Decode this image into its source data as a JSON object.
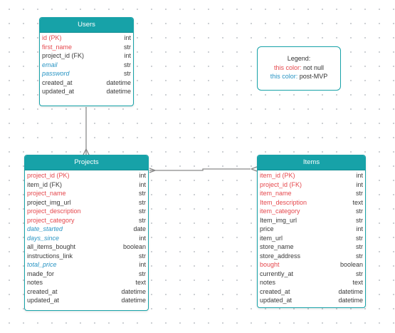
{
  "colors": {
    "header": "#17a2a8",
    "not_null": "#e5484d",
    "post_mvp": "#2a95c4",
    "connector": "#8a8a8a"
  },
  "legend": {
    "title": "Legend:",
    "line1_colored": "this color:",
    "line1_rest": " not null",
    "line2_colored": "this color:",
    "line2_rest": " post-MVP"
  },
  "tables": {
    "users": {
      "title": "Users",
      "fields": [
        {
          "name": "id (PK)",
          "type": "int",
          "style": "notnull"
        },
        {
          "name": "first_name",
          "type": "str",
          "style": "notnull"
        },
        {
          "name": "project_id (FK)",
          "type": "int",
          "style": ""
        },
        {
          "name": "email",
          "type": "str",
          "style": "postmvp"
        },
        {
          "name": "password",
          "type": "str",
          "style": "postmvp"
        },
        {
          "name": "created_at",
          "type": "datetime",
          "style": ""
        },
        {
          "name": "updated_at",
          "type": "datetime",
          "style": ""
        }
      ]
    },
    "projects": {
      "title": "Projects",
      "fields": [
        {
          "name": "project_id (PK)",
          "type": "int",
          "style": "notnull"
        },
        {
          "name": "item_id (FK)",
          "type": "int",
          "style": ""
        },
        {
          "name": "project_name",
          "type": "str",
          "style": "notnull"
        },
        {
          "name": "project_img_url",
          "type": "str",
          "style": ""
        },
        {
          "name": "project_description",
          "type": "str",
          "style": "notnull"
        },
        {
          "name": "project_category",
          "type": "str",
          "style": "notnull"
        },
        {
          "name": "date_started",
          "type": "date",
          "style": "postmvp"
        },
        {
          "name": "days_since",
          "type": "int",
          "style": "postmvp"
        },
        {
          "name": "all_items_bought",
          "type": "boolean",
          "style": ""
        },
        {
          "name": "instructions_link",
          "type": "str",
          "style": ""
        },
        {
          "name": "total_price",
          "type": "int",
          "style": "postmvp"
        },
        {
          "name": "made_for",
          "type": "str",
          "style": ""
        },
        {
          "name": "notes",
          "type": "text",
          "style": ""
        },
        {
          "name": "created_at",
          "type": "datetime",
          "style": ""
        },
        {
          "name": "updated_at",
          "type": "datetime",
          "style": ""
        }
      ]
    },
    "items": {
      "title": "Items",
      "fields": [
        {
          "name": "item_id (PK)",
          "type": "int",
          "style": "notnull"
        },
        {
          "name": "project_id (FK)",
          "type": "int",
          "style": "notnull"
        },
        {
          "name": "item_name",
          "type": "str",
          "style": "notnull"
        },
        {
          "name": "Item_description",
          "type": "text",
          "style": "notnull"
        },
        {
          "name": "item_category",
          "type": "str",
          "style": "notnull"
        },
        {
          "name": "Item_img_url",
          "type": "str",
          "style": ""
        },
        {
          "name": "price",
          "type": "int",
          "style": ""
        },
        {
          "name": "item_url",
          "type": "str",
          "style": ""
        },
        {
          "name": "store_name",
          "type": "str",
          "style": ""
        },
        {
          "name": "store_address",
          "type": "str",
          "style": ""
        },
        {
          "name": "bought",
          "type": "boolean",
          "style": "notnull"
        },
        {
          "name": "currently_at",
          "type": "str",
          "style": ""
        },
        {
          "name": "notes",
          "type": "text",
          "style": ""
        },
        {
          "name": "created_at",
          "type": "datetime",
          "style": ""
        },
        {
          "name": "updated_at",
          "type": "datetime",
          "style": ""
        }
      ]
    }
  }
}
